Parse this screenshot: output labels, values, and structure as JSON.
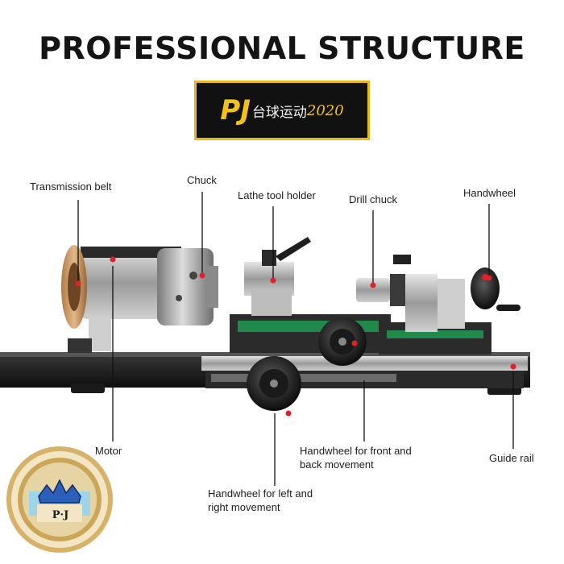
{
  "title": "PROFESSIONAL STRUCTURE",
  "brand": {
    "pj": "PJ",
    "chinese": "台球运动",
    "year": "2020"
  },
  "labels": {
    "transmission_belt": "Transmission belt",
    "chuck": "Chuck",
    "lathe_tool_holder": "Lathe tool holder",
    "drill_chuck": "Drill chuck",
    "handwheel": "Handwheel",
    "motor": "Motor",
    "handwheel_front_back": "Handwheel for front and back movement",
    "guide_rail": "Guide rail",
    "handwheel_left_right": "Handwheel for left and right movement"
  },
  "badge": {
    "text": "P·J"
  },
  "colors": {
    "accent": "#e8b91a",
    "marker": "#e0202a",
    "ink": "#141414"
  }
}
